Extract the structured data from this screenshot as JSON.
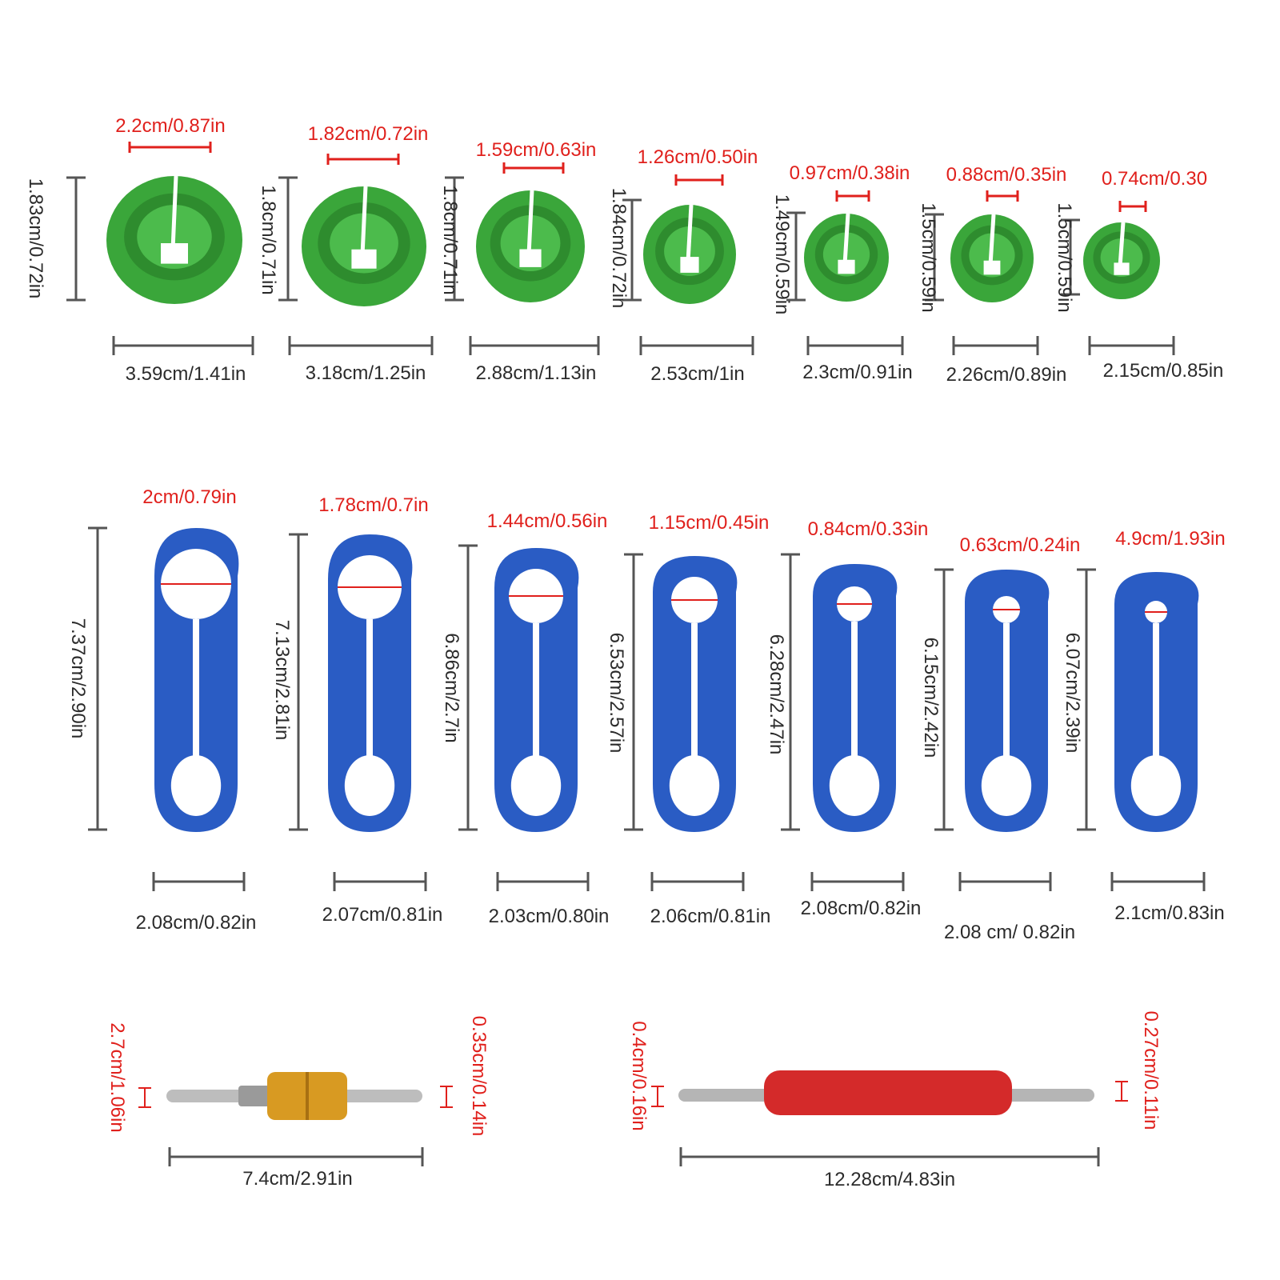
{
  "colors": {
    "label_red": "#e0201c",
    "label_dark": "#2b2b2b",
    "ring_green": "#3aa63a",
    "tool_blue": "#2a5cc4",
    "knob_gold": "#d89a22",
    "handle_red": "#d42a2a"
  },
  "rings": [
    {
      "inner": "2.2cm/0.87in",
      "height": "1.83cm/0.72in",
      "width": "3.59cm/1.41in"
    },
    {
      "inner": "1.82cm/0.72in",
      "height": "1.8cm/0.71in",
      "width": "3.18cm/1.25in"
    },
    {
      "inner": "1.59cm/0.63in",
      "height": "1.8cm/0.71in",
      "width": "2.88cm/1.13in"
    },
    {
      "inner": "1.26cm/0.50in",
      "height": "1.84cm/0.72in",
      "width": "2.53cm/1in"
    },
    {
      "inner": "0.97cm/0.38in",
      "height": "1.49cm/0.59in",
      "width": "2.3cm/0.91in"
    },
    {
      "inner": "0.88cm/0.35in",
      "height": "1.5cm/0.59in",
      "width": "2.26cm/0.89in"
    },
    {
      "inner": "0.74cm/0.30",
      "height": "1.5cm/0.59in",
      "width": "2.15cm/0.85in"
    }
  ],
  "tools": [
    {
      "inner": "2cm/0.79in",
      "length": "7.37cm/2.90in",
      "width": "2.08cm/0.82in"
    },
    {
      "inner": "1.78cm/0.7in",
      "length": "7.13cm/2.81in",
      "width": "2.07cm/0.81in"
    },
    {
      "inner": "1.44cm/0.56in",
      "length": "6.86cm/2.7in",
      "width": "2.03cm/0.80in"
    },
    {
      "inner": "1.15cm/0.45in",
      "length": "6.53cm/2.57in",
      "width": "2.06cm/0.81in"
    },
    {
      "inner": "0.84cm/0.33in",
      "length": "6.28cm/2.47in",
      "width": "2.08cm/0.82in"
    },
    {
      "inner": "0.63cm/0.24in",
      "length": "6.15cm/2.42in",
      "width": "2.08 cm/ 0.82in"
    },
    {
      "inner": "4.9cm/1.93in",
      "length": "6.07cm/2.39in",
      "width": "2.1cm/0.83in"
    }
  ],
  "core_tool": {
    "left_tip": "2.7cm/1.06in",
    "right_tip": "0.35cm/0.14in",
    "length": "7.4cm/2.91in"
  },
  "valve_tool": {
    "left_tip": "0.4cm/0.16in",
    "right_tip": "0.27cm/0.11in",
    "length": "12.28cm/4.83in"
  }
}
